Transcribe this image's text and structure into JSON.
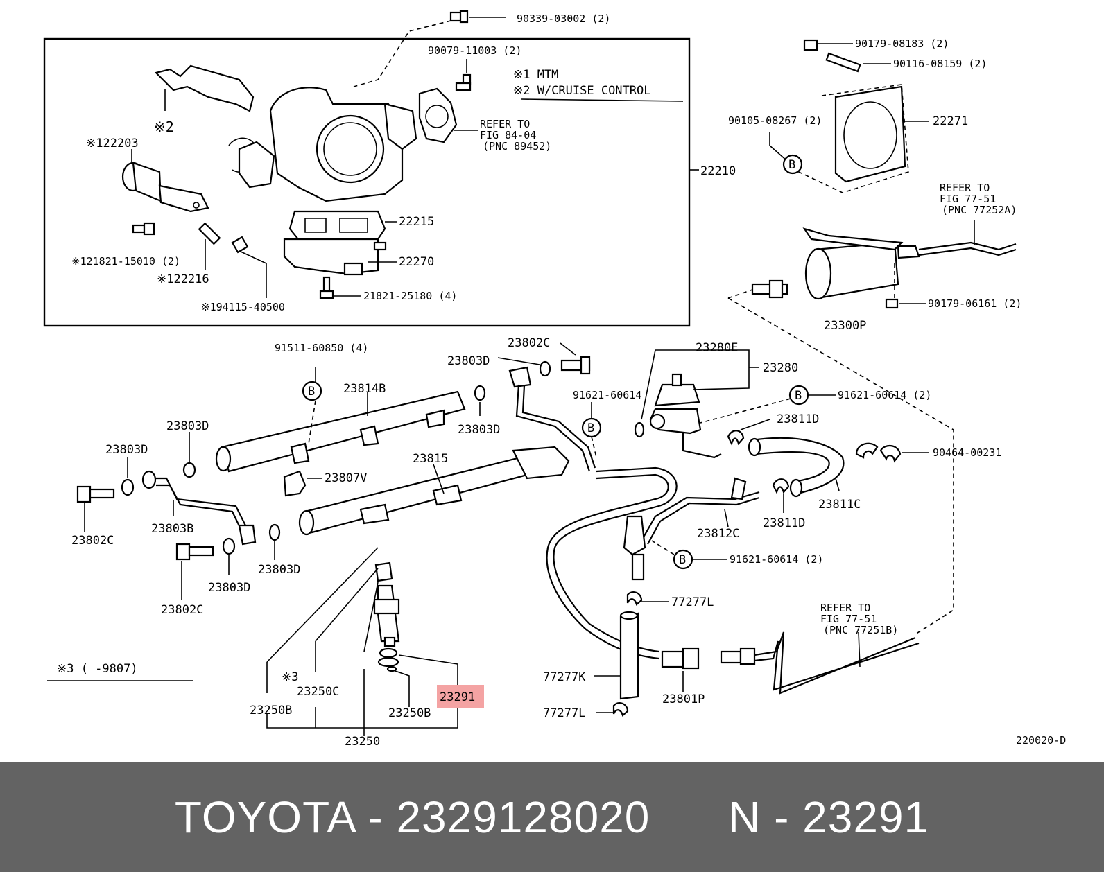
{
  "labels": {
    "p90339": "90339-03002 (2)",
    "p90079": "90079-11003 (2)",
    "note1": "※1 MTM",
    "note2": "※2 W/CRUISE CONTROL",
    "refer1a": "REFER TO",
    "refer1b": "FIG 84-04",
    "refer1c": "(PNC 89452)",
    "mark2": "※2",
    "p22203": "※122203",
    "p22210": "22210",
    "p22215": "22215",
    "p22270": "22270",
    "p21821_15010": "※121821-15010 (2)",
    "p22216": "※122216",
    "p94115": "※194115-40500",
    "p21821_25180": "21821-25180 (4)",
    "p90179_08183": "90179-08183 (2)",
    "p90116": "90116-08159 (2)",
    "p90105": "90105-08267 (2)",
    "p22271": "22271",
    "refer2a": "REFER TO",
    "refer2b": "FIG 77-51",
    "refer2c": "(PNC 77252A)",
    "p90179_06161": "90179-06161 (2)",
    "p23300P": "23300P",
    "p91511": "91511-60850 (4)",
    "p23814B": "23814B",
    "p23802C_top": "23802C",
    "p23803D_top": "23803D",
    "p91621_a": "91621-60614",
    "p23280E": "23280E",
    "p23280": "23280",
    "p91621_b": "91621-60614 (2)",
    "p23811D_a": "23811D",
    "p90464": "90464-00231",
    "p23803D_r1": "23803D",
    "p23803D_r2": "23803D",
    "p23803D_l": "23803D",
    "p23807V": "23807V",
    "p23815": "23815",
    "p23811C": "23811C",
    "p23812C": "23812C",
    "p23811D_b": "23811D",
    "p23802C_l": "23802C",
    "p23803B": "23803B",
    "p91621_c": "91621-60614 (2)",
    "p23803D_m": "23803D",
    "p23803D_b": "23803D",
    "p77277L_a": "77277L",
    "p23802C_b": "23802C",
    "refer3a": "REFER TO",
    "refer3b": "FIG 77-51",
    "refer3c": "(PNC 77251B)",
    "note3": "※3 (   -9807)",
    "mark3": "※3",
    "p23250C": "23250C",
    "p23291": "23291",
    "p77277K": "77277K",
    "p23801P": "23801P",
    "p23250B_l": "23250B",
    "p23250B_r": "23250B",
    "p77277L_b": "77277L",
    "p23250": "23250",
    "figcode": "220020-D",
    "circB": "B"
  },
  "highlight_color": "#f4a3a3",
  "footer": {
    "text": "TOYOTA - 2329128020      N - 23291",
    "background": "#636363",
    "color": "#ffffff"
  }
}
